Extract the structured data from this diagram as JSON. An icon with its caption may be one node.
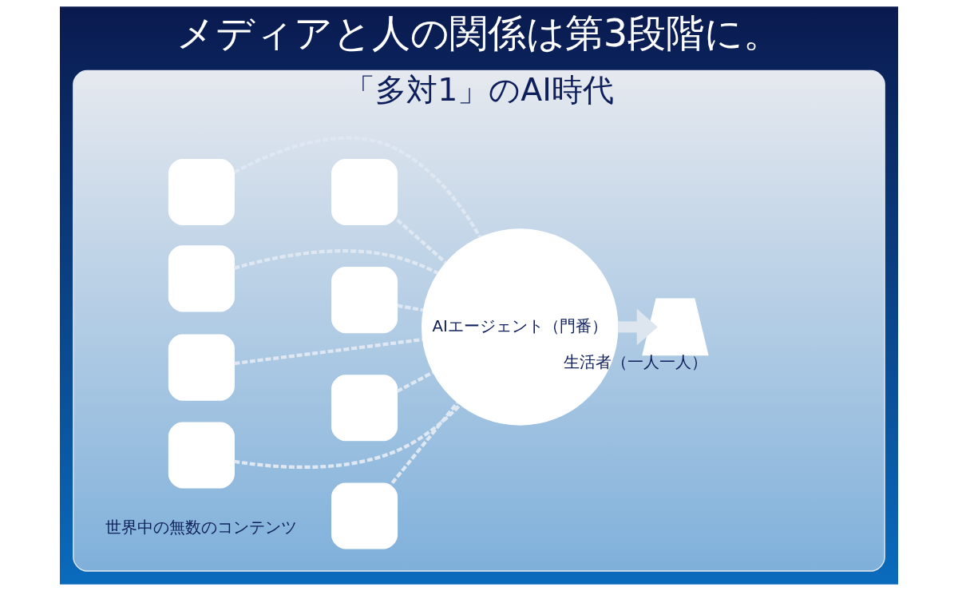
{
  "diagram": {
    "title": "メディアと人の関係は第3段階に。",
    "nodes": [
      {
        "text": [
          "「多対1」のAI時代"
        ]
      },
      {
        "text": [],
        "shape": "box",
        "in": 0
      },
      {
        "text": [],
        "shape": "box",
        "in": 0
      },
      {
        "text": [],
        "shape": "box",
        "in": 0
      },
      {
        "text": [],
        "shape": "box",
        "in": 0
      },
      {
        "text": [],
        "shape": "box",
        "in": 0
      },
      {
        "text": [],
        "shape": "box",
        "in": 0
      },
      {
        "text": [],
        "shape": "box",
        "in": 0
      },
      {
        "text": [],
        "shape": "box",
        "in": 0
      },
      {
        "text": [
          "AIエージェント（門番）"
        ],
        "in": 0
      },
      {
        "text": [],
        "shape": "person",
        "in": 0,
        "beside": [
          "生活者（一人一人）"
        ]
      }
    ],
    "edges": [
      {
        "from": 1,
        "to": 9,
        "arrow": "none",
        "style": "dashed",
        "color": "#dfe8f2"
      },
      {
        "from": 2,
        "to": 9,
        "arrow": "none",
        "style": "dashed",
        "color": "#dfe8f2"
      },
      {
        "from": 3,
        "to": 9,
        "arrow": "none",
        "style": "dashed",
        "color": "#dfe8f2"
      },
      {
        "from": 4,
        "to": 9,
        "arrow": "none",
        "style": "dashed",
        "color": "#dfe8f2"
      },
      {
        "from": 5,
        "to": 9,
        "arrow": "none",
        "style": "dashed",
        "color": "#dfe8f2"
      },
      {
        "from": 6,
        "to": 9,
        "arrow": "none",
        "style": "dashed",
        "color": "#dfe8f2"
      },
      {
        "from": 7,
        "to": 9,
        "arrow": "none",
        "style": "dashed",
        "color": "#dfe8f2"
      },
      {
        "from": 8,
        "to": 9,
        "arrow": "none",
        "style": "dashed",
        "color": "#dfe8f2"
      },
      {
        "from": 9,
        "to": 10,
        "arrow": "to",
        "style": "thick",
        "color": "#dde5ee"
      }
    ],
    "labels": [
      "世界中の無数のコンテンツ"
    ]
  }
}
